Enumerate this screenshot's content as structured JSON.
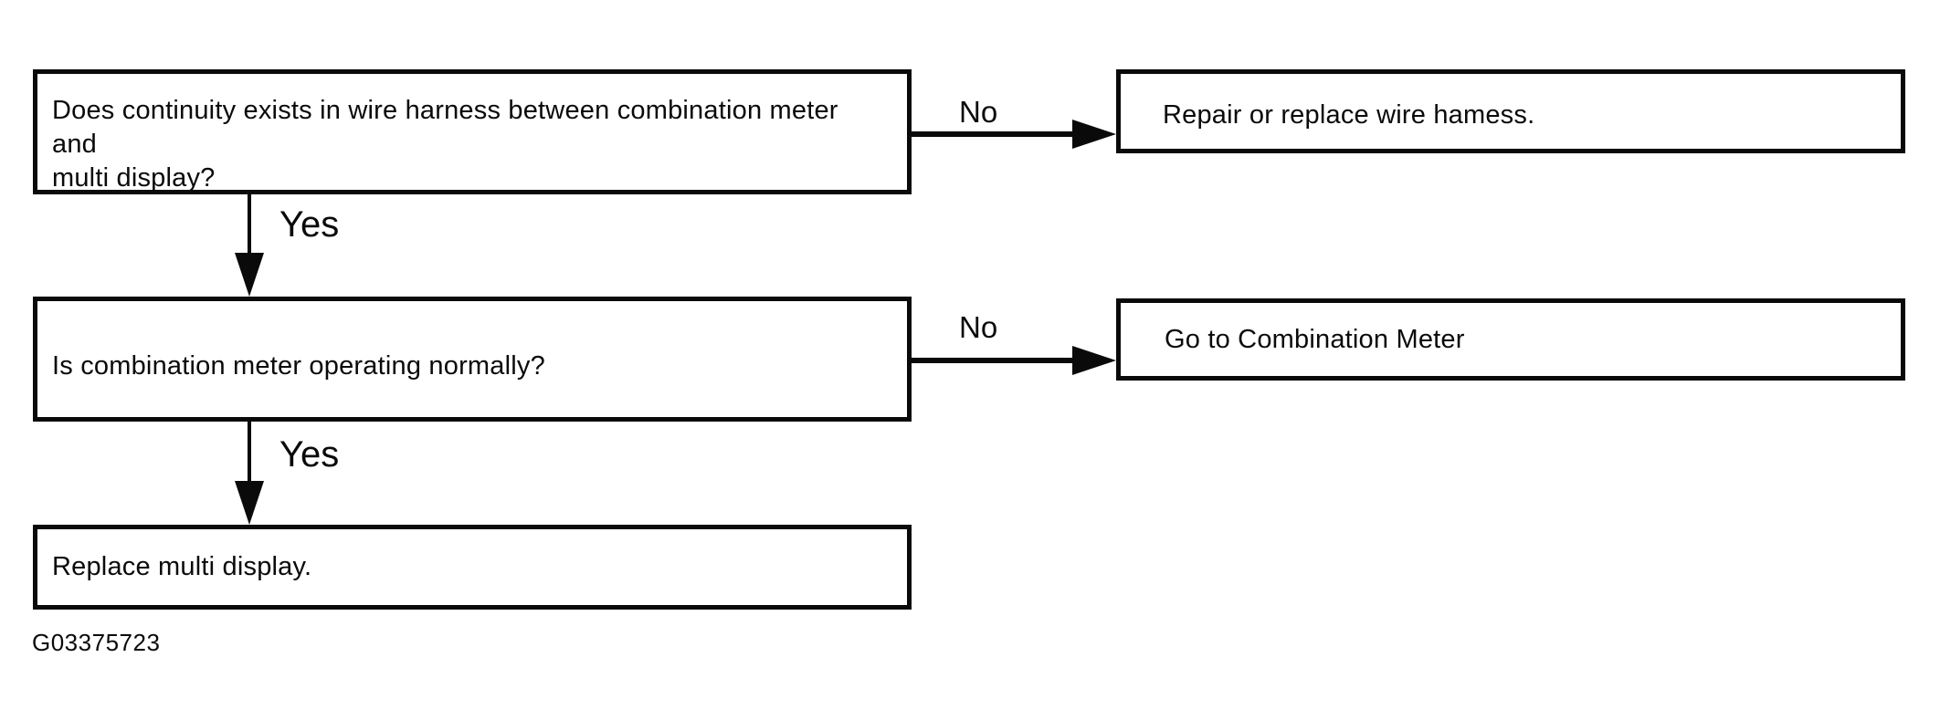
{
  "colors": {
    "ink": "#0a0a0a",
    "paper": "#ffffff"
  },
  "flowchart": {
    "steps": [
      {
        "question_lines": {
          "line1": "Does continuity exists in wire harness between combination meter",
          "line2": "and",
          "line3": "multi display?"
        },
        "no": {
          "label": "No",
          "result": "Repair or replace wire hamess."
        },
        "yes": {
          "label": "Yes"
        }
      },
      {
        "question": "Is combination meter operating normally?",
        "no": {
          "label": "No",
          "result": "Go to Combination Meter"
        },
        "yes": {
          "label": "Yes"
        }
      },
      {
        "action": "Replace multi display."
      }
    ],
    "figure_code": "G03375723"
  }
}
